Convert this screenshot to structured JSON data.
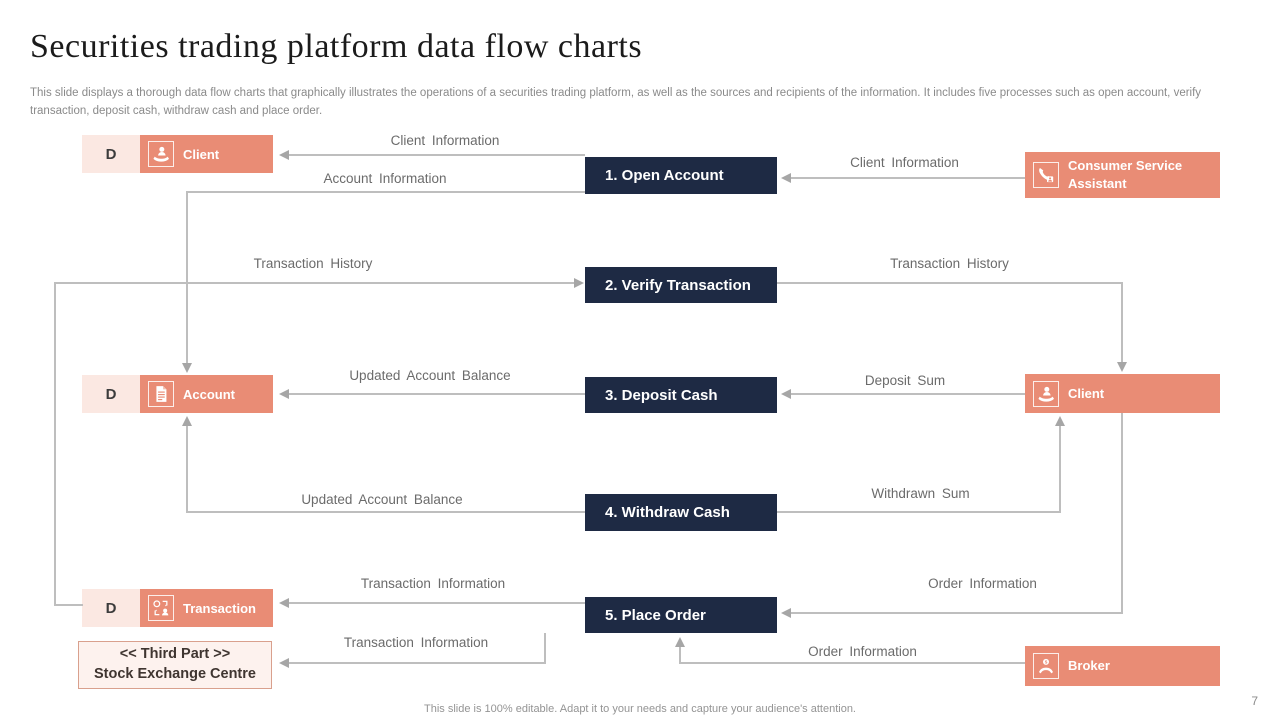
{
  "slide": {
    "title": "Securities trading platform data flow charts",
    "description": "This slide displays a thorough data flow charts that graphically illustrates the operations of a securities trading platform, as well as the sources and recipients of the information. It includes five processes such as open account, verify transaction, deposit cash, withdraw cash and place order.",
    "footer_note": "This slide is 100% editable. Adapt it to your needs and capture your audience's attention.",
    "page_number": "7"
  },
  "colors": {
    "accent_salmon": "#E98C75",
    "light_pink": "#FBE8E2",
    "navy": "#1E2A44",
    "connector_gray": "#BEBEBE",
    "label_gray": "#6B6B6B"
  },
  "diagram": {
    "datastores": [
      {
        "prefix": "D",
        "label": "Client",
        "icon": "client-icon"
      },
      {
        "prefix": "D",
        "label": "Account",
        "icon": "document-icon"
      },
      {
        "prefix": "D",
        "label": "Transaction",
        "icon": "transaction-icon"
      }
    ],
    "external_entity": {
      "line1": "<< Third Part >>",
      "line2": "Stock Exchange Centre"
    },
    "processes": [
      {
        "label": "1. Open Account"
      },
      {
        "label": "2. Verify Transaction"
      },
      {
        "label": "3. Deposit Cash"
      },
      {
        "label": "4. Withdraw Cash"
      },
      {
        "label": "5. Place Order"
      }
    ],
    "actors": [
      {
        "label": "Consumer Service Assistant",
        "icon": "phone-assistant-icon"
      },
      {
        "label": "Client",
        "icon": "client-icon"
      },
      {
        "label": "Broker",
        "icon": "hands-coin-icon"
      }
    ],
    "flows": [
      {
        "label": "Client Information",
        "from": "process-1-open-account",
        "to": "datastore-client"
      },
      {
        "label": "Account Information",
        "from": "process-1-open-account",
        "to": "datastore-account"
      },
      {
        "label": "Client Information",
        "from": "actor-consumer-service-assistant",
        "to": "process-1-open-account"
      },
      {
        "label": "Transaction History",
        "from": "datastore-transaction",
        "to": "process-2-verify-transaction"
      },
      {
        "label": "Transaction History",
        "from": "process-2-verify-transaction",
        "to": "actor-client"
      },
      {
        "label": "Updated Account Balance",
        "from": "process-3-deposit-cash",
        "to": "datastore-account"
      },
      {
        "label": "Deposit Sum",
        "from": "actor-client",
        "to": "process-3-deposit-cash"
      },
      {
        "label": "Updated Account Balance",
        "from": "process-4-withdraw-cash",
        "to": "datastore-account"
      },
      {
        "label": "Withdrawn Sum",
        "from": "process-4-withdraw-cash",
        "to": "actor-client"
      },
      {
        "label": "Transaction Information",
        "from": "process-5-place-order",
        "to": "datastore-transaction"
      },
      {
        "label": "Order Information",
        "from": "actor-client",
        "to": "process-5-place-order"
      },
      {
        "label": "Transaction Information",
        "from": "process-5-place-order",
        "to": "external-stock-exchange-centre"
      },
      {
        "label": "Order Information",
        "from": "actor-broker",
        "to": "process-5-place-order"
      }
    ]
  }
}
